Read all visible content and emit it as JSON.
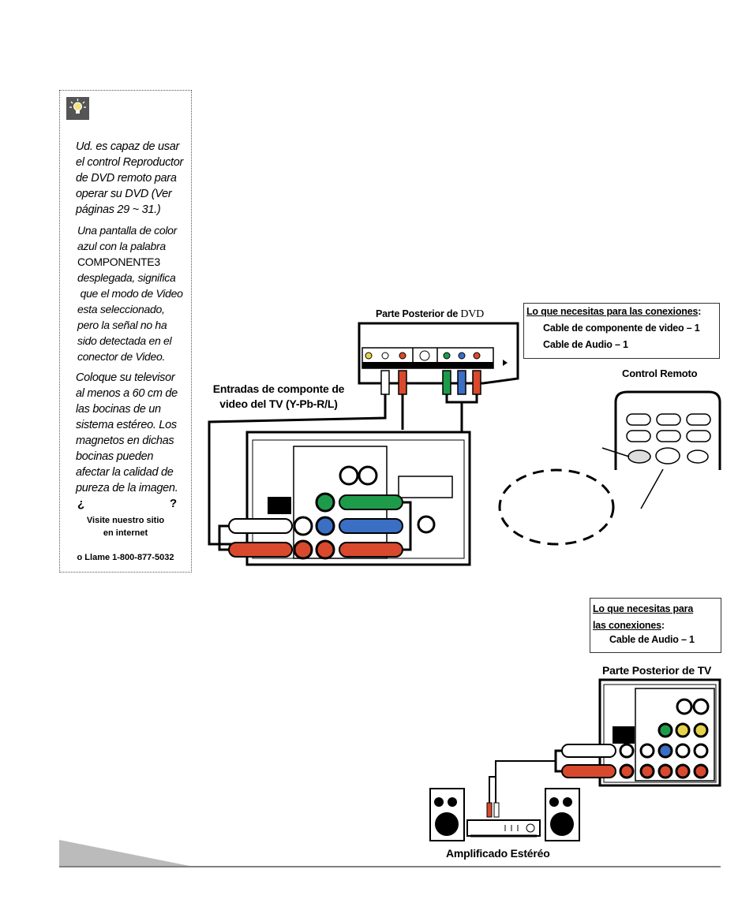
{
  "sidebar": {
    "tip1": [
      "Ud. es capaz de usar",
      "el control Reproductor",
      "de DVD remoto para",
      "operar su DVD (Ver",
      "páginas 29 ~ 31.)"
    ],
    "tip2": [
      "Una pantalla de color",
      "azul con la palabra",
      "COMPONENTE3",
      "desplegada, significa",
      " que el modo de Video",
      "esta seleccionado,",
      "pero la señal no ha",
      "sido detectada en el",
      "conector de Video."
    ],
    "tip3": [
      "Coloque su televisor",
      "al menos a 60 cm de",
      "las bocinas de un",
      "sistema estéreo. Los",
      "magnetos en dichas",
      "bocinas pueden",
      "afectar la calidad de",
      "pureza de la imagen."
    ],
    "question_open": "¿",
    "question_close": "?",
    "visit": [
      "Visite nuestro sitio",
      "en internet"
    ],
    "call": "o Llame 1-800-877-5032"
  },
  "diagram1": {
    "dvd_label_prefix": "Parte Posterior de ",
    "dvd_label_strong": "DVD",
    "tv_inputs_label": [
      "Entradas de componte de",
      "video del TV (Y-Pb-R/L)"
    ],
    "needs_title": "Lo que necesitas para las conexiones",
    "needs_colon": ":",
    "needs_items": [
      "Cable de componente de video – 1",
      "Cable de Audio – 1"
    ],
    "remote_label": "Control Remoto"
  },
  "diagram2": {
    "needs_title": [
      "Lo que necesitas para",
      "las conexiones"
    ],
    "needs_colon": ":",
    "needs_items": [
      "Cable de Audio – 1"
    ],
    "tv_back_label": "Parte Posterior de TV",
    "amp_label": "Amplificado Estéréo"
  },
  "colors": {
    "green": "#1e9b4a",
    "blue": "#3a6fc4",
    "red": "#d8492d",
    "yellow": "#e7d34a",
    "white": "#ffffff",
    "gray": "#555555"
  }
}
